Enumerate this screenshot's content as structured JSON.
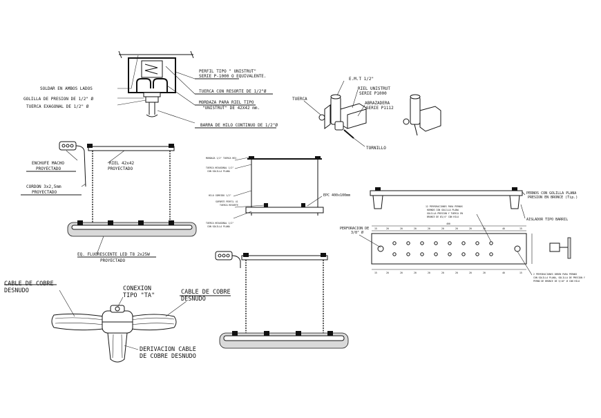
{
  "drawing": {
    "hanger": {
      "labels": {
        "soldar": "SOLDAR EN AMBOS LADOS",
        "golilla": "GOLILLA DE PRESION DE 1/2\" Ø",
        "tuerca_exagonal": "TUERCA EXAGONAL DE 1/2\" Ø",
        "perfil_1": "PERFIL TIPO \" UNISTRUT\"",
        "perfil_2": "SERIE P-1000 O EQUIVALENTE.",
        "tuerca_resorte": "TUERCA CON RESORTE DE 1/2\"Ø",
        "mordaza_1": "MORDAZA PARA RIEL TIPO",
        "mordaza_2": "\"UNISTRUT\" DE 42X42 mm.",
        "barra": "BARRA DE HILO CONTINUO DE 1/2\"Ø"
      }
    },
    "emt_clamp": {
      "labels": {
        "emt": "E.M.T 1/2\"",
        "riel_1": "RIEL UNISTRUT",
        "riel_2": "SERIE P1000",
        "abrazadera_1": "ABRAZADERA",
        "abrazadera_2": "SERIE P1112",
        "tuerca": "TUERCA",
        "tornillo": "TORNILLO"
      }
    },
    "luminaire": {
      "labels": {
        "enchufe_1": "ENCHUFE MACHO",
        "enchufe_2": "PROYECTADO",
        "riel_1": "RIEL 42x42",
        "riel_2": "PROYECTADO",
        "cordon_1": "CORDON 3x2,5mm",
        "cordon_2": "PROYECTADO",
        "eq_1": "EQ. FLUORESCENTE LED T8 2x25W",
        "eq_2": "PROYECTADO"
      }
    },
    "frame": {
      "labels": {
        "l1": "MORDAZA 1/2\" TUERCA HEX.",
        "l2": "TUERCA HEXAGONAL 1/2\"",
        "l3": "CON GOLILLA PLANA",
        "l4": "HILO CORRIDO 1/2\"",
        "l5": "SOPORTE PERFIL 41",
        "l6": "TUERCA RESORTE",
        "l7": "TUERCA HEXAGONAL 1/2\"",
        "l8": "CON GOLILLA PLANA",
        "epc": "EPC 400x100mm"
      }
    },
    "tray": {
      "labels": {
        "pernos_1": "PERNOS CON GOLILLA PLANA",
        "pernos_2": "PRESION EN BRONCE (Tip.)",
        "aislador": "AISLADOR TIPO BARRIL",
        "perforacion_1": "PERFORACION DE",
        "perforacion_2": "3/8\" Ø",
        "note12_1": "12 PERFORACIONES PARA PERNOS",
        "note12_2": "HORNOS CON GOLILLA PLANA",
        "note12_3": "GOLILLA PRESION Y TUERCA EN",
        "note12_4": "BRONCE DE Ø1/4\" CON HILO",
        "note2_1": "2 PERFORACIONES DEBEN PARA PERNOS",
        "note2_2": "CON GOLILLA PLANA, GOLILLA DE PRESION Y",
        "note2_3": "PERNO DE BRONCE DE 5/16\" Ø CON HILO",
        "overall": "400",
        "top_dims": [
          "15",
          "20",
          "20",
          "20",
          "20",
          "20",
          "20",
          "20",
          "20",
          "40",
          "15"
        ],
        "bottom_dims": [
          "15",
          "20",
          "20",
          "20",
          "20",
          "20",
          "20",
          "20",
          "20",
          "40",
          "15"
        ]
      }
    },
    "connector": {
      "labels": {
        "cable_left_1": "CABLE DE COBRE",
        "cable_left_2": "DESNUDO",
        "conexion_1": "CONEXION",
        "conexion_2": "TIPO \"TA\"",
        "cable_right_1": "CABLE DE COBRE",
        "cable_right_2": "DESNUDO",
        "derivacion_1": "DERIVACION CABLE",
        "derivacion_2": "DE COBRE DESNUDO"
      }
    }
  }
}
